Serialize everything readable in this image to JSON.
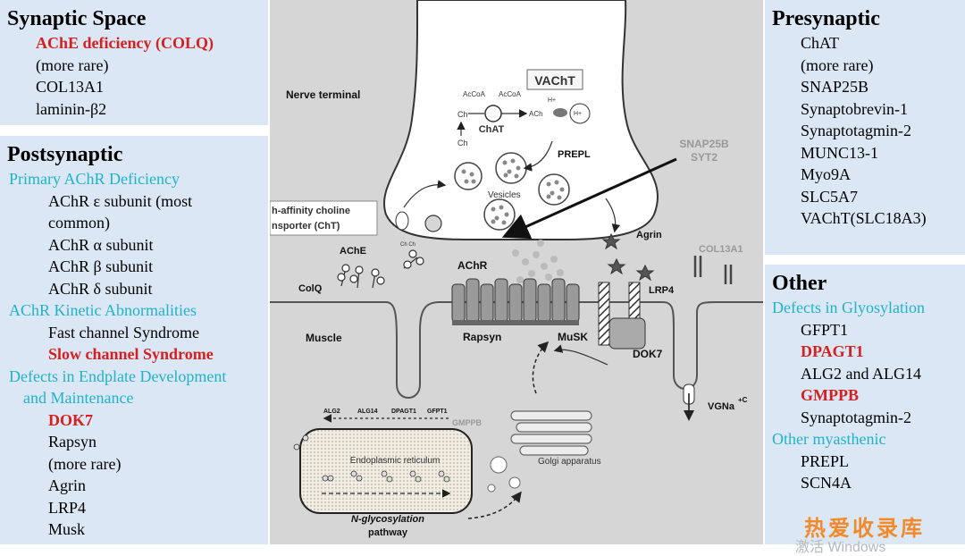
{
  "synaptic_space": {
    "title": "Synaptic Space",
    "items": [
      "AChE deficiency (COLQ)",
      "(more rare)",
      "COL13A1",
      "laminin-β2"
    ]
  },
  "postsynaptic": {
    "title": "Postsynaptic",
    "items": [
      "Primary AChR Deficiency",
      "AChR ε subunit (most",
      "common)",
      "AChR α subunit",
      "AChR β subunit",
      "AChR δ subunit",
      "AChR Kinetic Abnormalities",
      "Fast channel Syndrome",
      "Slow channel Syndrome",
      "Defects in Endplate Development",
      "and Maintenance",
      "DOK7",
      "Rapsyn",
      "(more rare)",
      "Agrin",
      "LRP4",
      "Musk"
    ]
  },
  "presynaptic": {
    "title": "Presynaptic",
    "items": [
      "ChAT",
      "(more rare)",
      "SNAP25B",
      "Synaptobrevin-1",
      "Synaptotagmin-2",
      "MUNC13-1",
      "Myo9A",
      "SLC5A7",
      "VAChT(SLC18A3)"
    ]
  },
  "other": {
    "title": "Other",
    "items": [
      "Defects in Glyosylation",
      "GFPT1",
      "DPAGT1",
      "ALG2 and ALG14",
      "GMPPB",
      "Synaptotagmin-2",
      "Other myasthenic",
      "PREPL",
      "SCN4A"
    ]
  },
  "diagram": {
    "nerve_terminal": "Nerve terminal",
    "vacht": "VAChT",
    "accoa1": "AcCoA",
    "accoa2": "AcCoA",
    "ch1": "Ch",
    "ch2": "Ch",
    "ach_inner": "ACh",
    "h1": "H+",
    "h2": "H+",
    "chat": "ChAT",
    "prepl": "PREPL",
    "vesicles": "Vesicles",
    "snap25b": "SNAP25B",
    "syt2": "SYT2",
    "cht1": "h-affinity choline",
    "cht2": "nsporter (ChT)",
    "ache": "AChE",
    "colq": "ColQ",
    "achr": "AChR",
    "agrin": "Agrin",
    "col13a1": "COL13A1",
    "lrp4": "LRP4",
    "rapsyn": "Rapsyn",
    "musk": "MuSK",
    "dok7": "DOK7",
    "muscle": "Muscle",
    "vgna": "VGNa",
    "vgna_sup": "+C",
    "alg2": "ALG2",
    "alg14": "ALG14",
    "dpagt1": "DPAGT1",
    "gfpt1": "GFPT1",
    "gmppb": "GMPPB",
    "er": "Endoplasmic  reticulum",
    "golgi": "Golgi apparatus",
    "nglyc1": "N-glycosylation",
    "nglyc2": "pathway"
  },
  "watermark": "热爱收录库",
  "windows_watermark": "激活 Windows",
  "colors": {
    "panel_bg": "#dbe7f4",
    "cyan": "#1fb3c9",
    "red": "#d42020",
    "diagram_gray": "#d6d6d6"
  }
}
